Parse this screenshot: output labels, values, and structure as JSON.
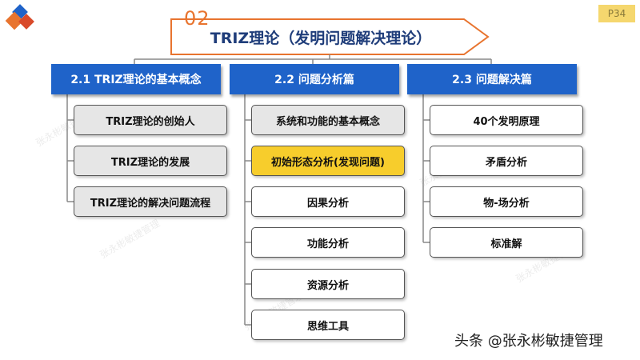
{
  "page_badge": "P34",
  "chapter_number": "02",
  "title": "TRIZ理论（发明问题解决理论）",
  "sections": [
    {
      "header": "2.1 TRIZ理论的基本概念",
      "items": [
        "TRIZ理论的创始人",
        "TRIZ理论的发展",
        "TRIZ理论的解决问题流程"
      ]
    },
    {
      "header": "2.2 问题分析篇",
      "items": [
        "系统和功能的基本概念",
        "初始形态分析(发现问题)",
        "因果分析",
        "功能分析",
        "资源分析",
        "思维工具"
      ]
    },
    {
      "header": "2.3 问题解决篇",
      "items": [
        "40个发明原理",
        "矛盾分析",
        "物-场分析",
        "标准解"
      ]
    }
  ],
  "watermark": "头条 @张永彬敏捷管理",
  "faint_watermark": "张永彬敏捷管理",
  "colors": {
    "header_blue": "#1f63c9",
    "highlight_yellow": "#f7cd2c",
    "item_grey": "#e6e6e6",
    "title_navy": "#1f3d7a",
    "accent_orange": "#e8742f"
  }
}
